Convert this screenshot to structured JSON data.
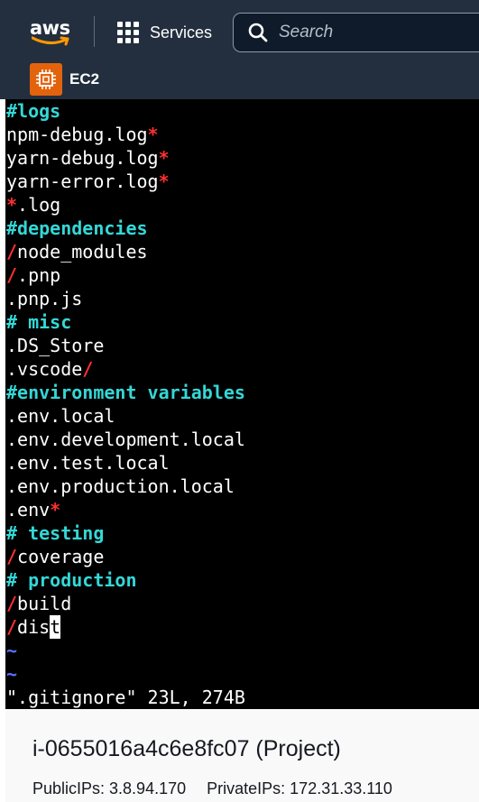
{
  "header": {
    "logo_text": "aws",
    "services_label": "Services",
    "search_placeholder": "Search",
    "colors": {
      "bar": "#232f3e",
      "accent": "#ff9900"
    }
  },
  "servicebar": {
    "service_name": "EC2",
    "icon": "ec2-icon",
    "icon_color": "#e3630c"
  },
  "terminal": {
    "lines": [
      [
        {
          "t": "#logs",
          "c": "comment"
        }
      ],
      [
        {
          "t": "npm-debug.log",
          "c": "text"
        },
        {
          "t": "*",
          "c": "red"
        }
      ],
      [
        {
          "t": "yarn-debug.log",
          "c": "text"
        },
        {
          "t": "*",
          "c": "red"
        }
      ],
      [
        {
          "t": "yarn-error.log",
          "c": "text"
        },
        {
          "t": "*",
          "c": "red"
        }
      ],
      [
        {
          "t": "*",
          "c": "red"
        },
        {
          "t": ".log",
          "c": "text"
        }
      ],
      [
        {
          "t": "#dependencies",
          "c": "comment"
        }
      ],
      [
        {
          "t": "/",
          "c": "red"
        },
        {
          "t": "node_modules",
          "c": "text"
        }
      ],
      [
        {
          "t": "/",
          "c": "red"
        },
        {
          "t": ".pnp",
          "c": "text"
        }
      ],
      [
        {
          "t": ".pnp.js",
          "c": "text"
        }
      ],
      [
        {
          "t": "# misc",
          "c": "comment"
        }
      ],
      [
        {
          "t": ".DS_Store",
          "c": "text"
        }
      ],
      [
        {
          "t": ".vscode",
          "c": "text"
        },
        {
          "t": "/",
          "c": "red"
        }
      ],
      [
        {
          "t": "#environment variables",
          "c": "comment"
        }
      ],
      [
        {
          "t": ".env.local",
          "c": "text"
        }
      ],
      [
        {
          "t": ".env.development.local",
          "c": "text"
        }
      ],
      [
        {
          "t": ".env.test.local",
          "c": "text"
        }
      ],
      [
        {
          "t": ".env.production.local",
          "c": "text"
        }
      ],
      [
        {
          "t": ".env",
          "c": "text"
        },
        {
          "t": "*",
          "c": "red"
        }
      ],
      [
        {
          "t": "# testing",
          "c": "comment"
        }
      ],
      [
        {
          "t": "/",
          "c": "red"
        },
        {
          "t": "coverage",
          "c": "text"
        }
      ],
      [
        {
          "t": "# production",
          "c": "comment"
        }
      ],
      [
        {
          "t": "/",
          "c": "red"
        },
        {
          "t": "build",
          "c": "text"
        }
      ],
      [
        {
          "t": "/",
          "c": "red"
        },
        {
          "t": "dis",
          "c": "text"
        },
        {
          "t": "t",
          "c": "cursor"
        }
      ],
      [
        {
          "t": "~",
          "c": "tilde"
        }
      ],
      [
        {
          "t": "~",
          "c": "tilde"
        }
      ],
      [
        {
          "t": "\".gitignore\" 23L, 274B",
          "c": "text"
        }
      ]
    ],
    "colors": {
      "comment": "#34d7d7",
      "red": "#ff3030",
      "tilde": "#5a72ff",
      "text": "#ffffff"
    }
  },
  "footer": {
    "instance_title": "i-0655016a4c6e8fc07 (Project)",
    "public_ips": "PublicIPs: 3.8.94.170",
    "private_ips": "PrivateIPs: 172.31.33.110"
  }
}
